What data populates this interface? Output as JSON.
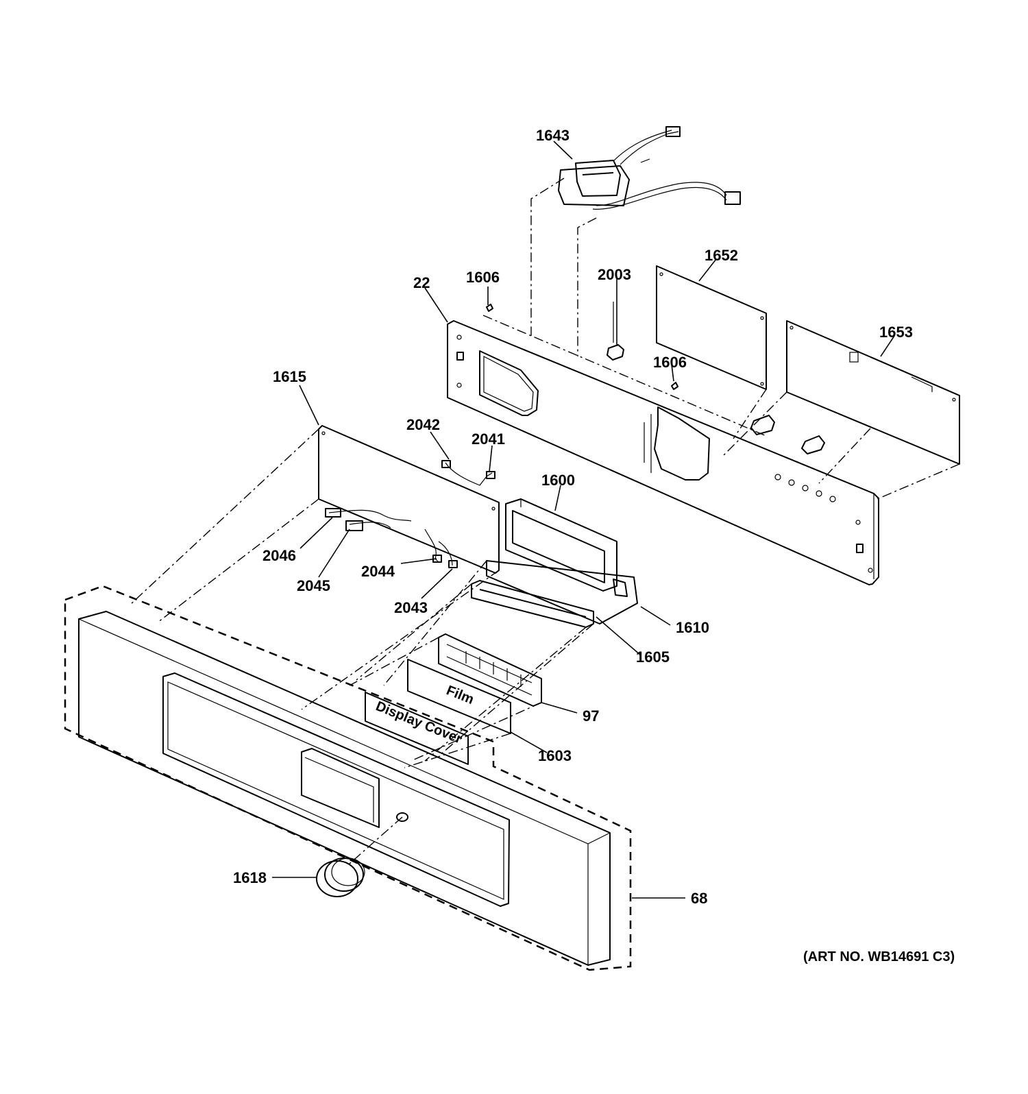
{
  "labels": {
    "p1643": "1643",
    "p1652": "1652",
    "p2003": "2003",
    "p22": "22",
    "p1606a": "1606",
    "p1606b": "1606",
    "p1653": "1653",
    "p1615": "1615",
    "p2042": "2042",
    "p2041": "2041",
    "p1600": "1600",
    "p2046": "2046",
    "p2045": "2045",
    "p2044": "2044",
    "p2043": "2043",
    "p1610": "1610",
    "p1605": "1605",
    "p97": "97",
    "p1603": "1603",
    "p1618": "1618",
    "p68": "68"
  },
  "panel_text": {
    "film": "Film",
    "display_cover": "Display Cover"
  },
  "art_number": "(ART NO. WB14691 C3)"
}
